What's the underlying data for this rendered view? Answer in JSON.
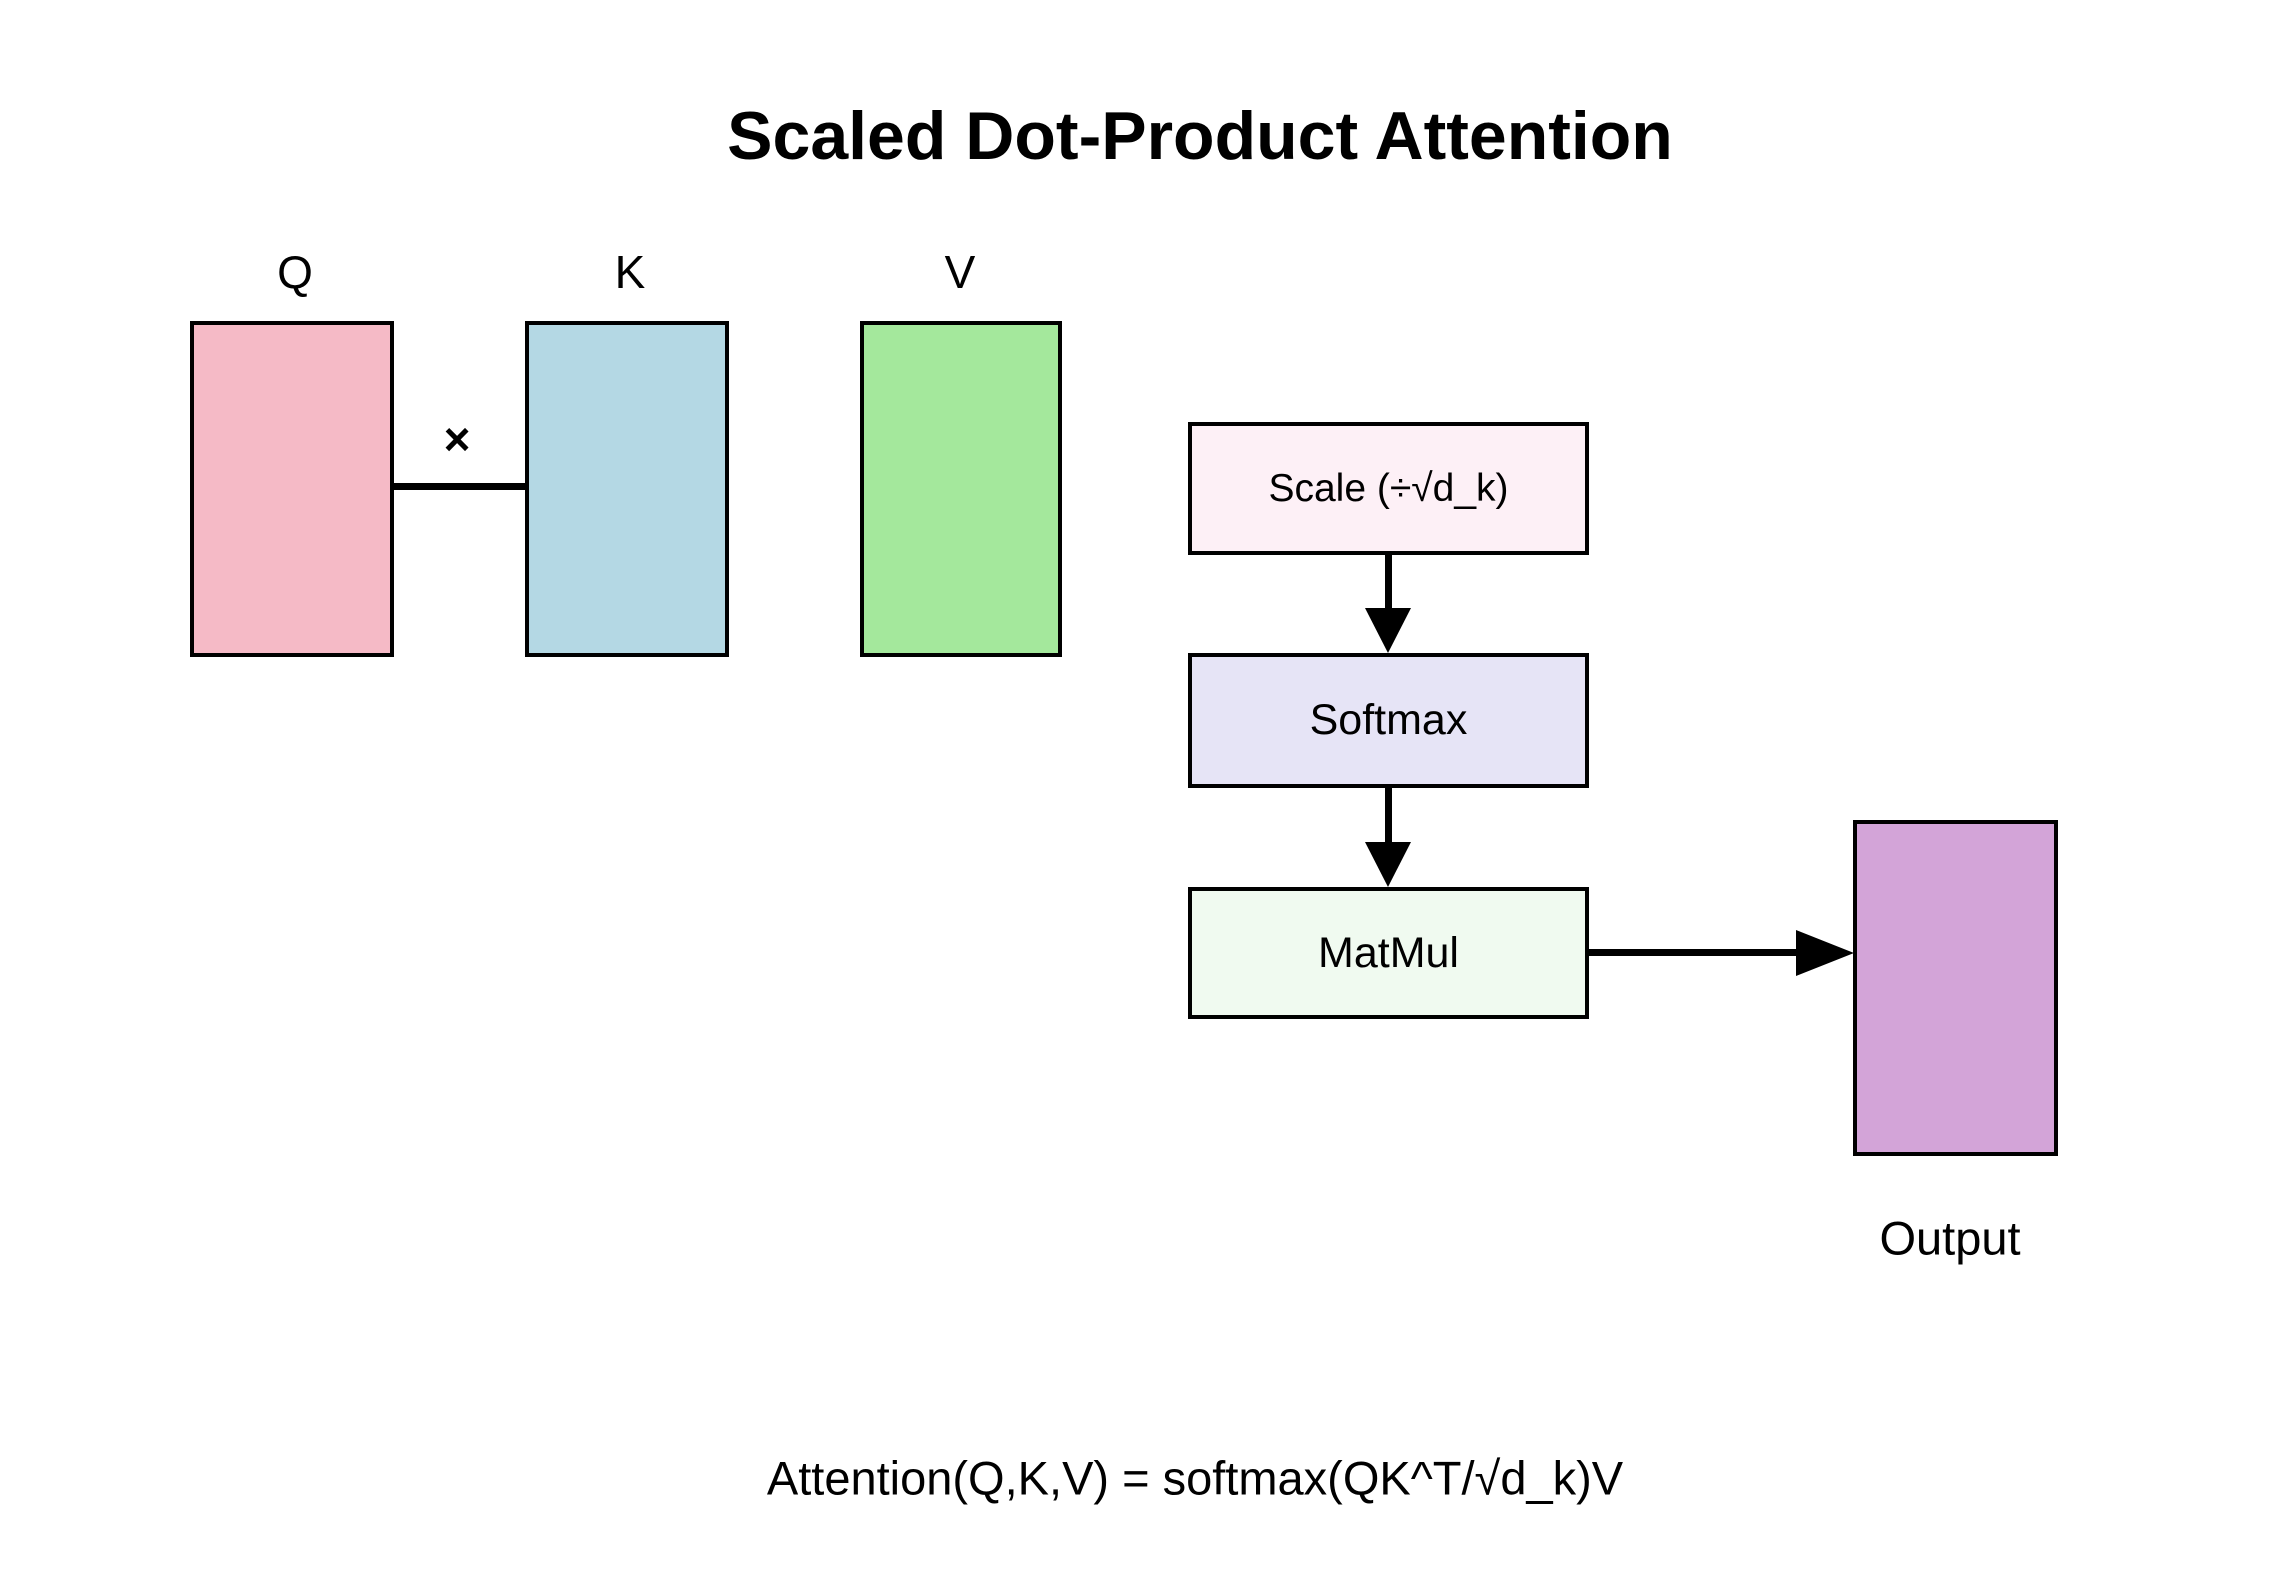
{
  "title": "Scaled Dot-Product Attention",
  "matrices": {
    "q": {
      "label": "Q",
      "fill": "#f5bac6"
    },
    "k": {
      "label": "K",
      "fill": "#b4d8e4"
    },
    "v": {
      "label": "V",
      "fill": "#a4e89c"
    }
  },
  "operator": {
    "multiply": "×"
  },
  "flow": {
    "scale": {
      "label": "Scale (÷√d_k)",
      "fill": "#fdf0f6"
    },
    "softmax": {
      "label": "Softmax",
      "fill": "#e6e4f6"
    },
    "matmul": {
      "label": "MatMul",
      "fill": "#f0faf0"
    }
  },
  "output": {
    "label": "Output",
    "fill": "#d3a4d8"
  },
  "formula": "Attention(Q,K,V) = softmax(QK^T/√d_k)V",
  "colors": {
    "stroke": "#000000",
    "background": "#ffffff"
  }
}
